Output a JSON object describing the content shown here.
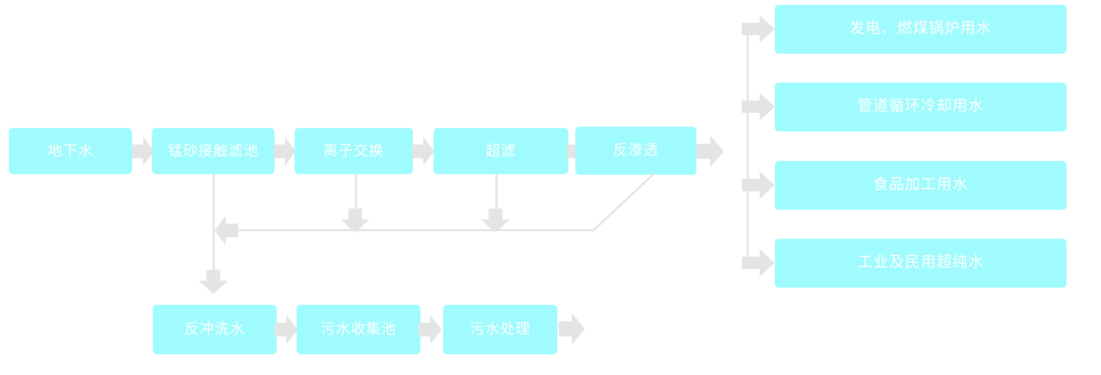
{
  "diagram": {
    "title": "Water Treatment Process Flow",
    "colors": {
      "node_fill": "#9FFBFD",
      "node_text": "#FFFFFF",
      "connector": "#E4E4E4",
      "background": "#FFFFFF"
    },
    "main_process": [
      {
        "id": "groundwater",
        "label": "地下水"
      },
      {
        "id": "manganese-filter",
        "label": "锰砂接触滤池"
      },
      {
        "id": "ion-exchange",
        "label": "离子交换"
      },
      {
        "id": "ultrafiltration",
        "label": "超滤"
      },
      {
        "id": "reverse-osmosis",
        "label": "反渗透"
      }
    ],
    "outputs": [
      {
        "id": "power-boiler-water",
        "label": "发电、燃煤锅炉用水"
      },
      {
        "id": "pipeline-cooling",
        "label": "管道循环冷却用水"
      },
      {
        "id": "food-processing",
        "label": "食品加工用水"
      },
      {
        "id": "ultrapure-water",
        "label": "工业及民用超纯水"
      }
    ],
    "waste_chain": [
      {
        "id": "backwash-water",
        "label": "反冲洗水"
      },
      {
        "id": "sewage-tank",
        "label": "污水收集池"
      },
      {
        "id": "sewage-treat",
        "label": "污水处理"
      }
    ]
  }
}
